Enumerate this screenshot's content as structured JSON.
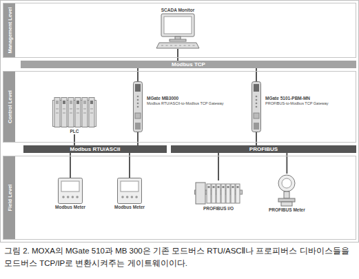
{
  "diagram": {
    "caption": "그림 2. MOXA의 MGate 510과 MB 300은 기존 모드버스 RTU/ASCⅡ나 프로피버스 디바이스들을 모드버스 TCP/IP로 변환시켜주는 게이트웨이이다.",
    "nodes": [
      {
        "text": [
          "Management Level"
        ]
      },
      {
        "text": [
          "SCADA Monitor"
        ],
        "in": 0
      },
      {
        "text": [
          "Modbus TCP"
        ]
      },
      {
        "text": [
          "Control Level"
        ]
      },
      {
        "text": [
          "PLC"
        ],
        "in": 3
      },
      {
        "text": [
          "MGate MB3000",
          "Modbus RTU/ASCII-to-Modbus TCP Gateway"
        ],
        "in": 3
      },
      {
        "text": [
          "MGate 5101-PBM-MN",
          "PROFIBUS-to-Modbus TCP Gateway"
        ],
        "in": 3
      },
      {
        "text": [
          "Modbus RTU/ASCII"
        ]
      },
      {
        "text": [
          "PROFIBUS"
        ]
      },
      {
        "text": [
          "Field Level"
        ]
      },
      {
        "text": [
          "Modbus Meter"
        ],
        "in": 9
      },
      {
        "text": [
          "Modbus Meter"
        ],
        "in": 9
      },
      {
        "text": [
          "PROFIBUS I/O"
        ],
        "in": 9
      },
      {
        "text": [
          "PROFIBUS Meter"
        ],
        "in": 9
      }
    ],
    "edges": [
      {
        "from": 1,
        "to": 2,
        "arrow": "none"
      },
      {
        "from": 2,
        "to": 5,
        "arrow": "none"
      },
      {
        "from": 2,
        "to": 6,
        "arrow": "none"
      },
      {
        "from": 4,
        "to": 7,
        "arrow": "none"
      },
      {
        "from": 5,
        "to": 7,
        "arrow": "none"
      },
      {
        "from": 6,
        "to": 8,
        "arrow": "none"
      },
      {
        "from": 7,
        "to": 10,
        "arrow": "none"
      },
      {
        "from": 7,
        "to": 11,
        "arrow": "none"
      },
      {
        "from": 8,
        "to": 12,
        "arrow": "none"
      },
      {
        "from": 8,
        "to": 13,
        "arrow": "none"
      }
    ]
  }
}
